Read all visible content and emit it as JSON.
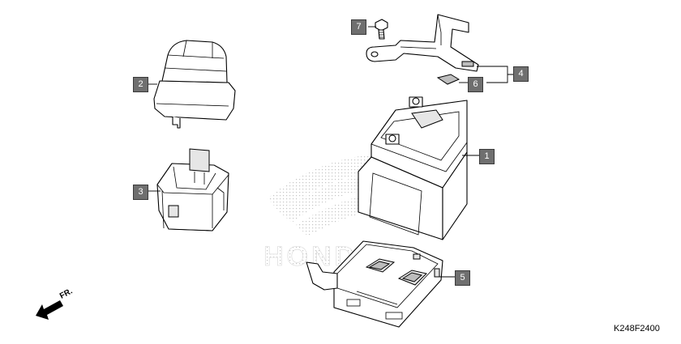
{
  "diagram": {
    "callouts": {
      "battery": "1",
      "cover": "2",
      "case": "3",
      "bracket": "4",
      "tray": "5",
      "rubber": "6",
      "bolt": "7"
    },
    "direction_label": "FR.",
    "drawing_code": "K248F2400",
    "watermark": "HONDA"
  }
}
